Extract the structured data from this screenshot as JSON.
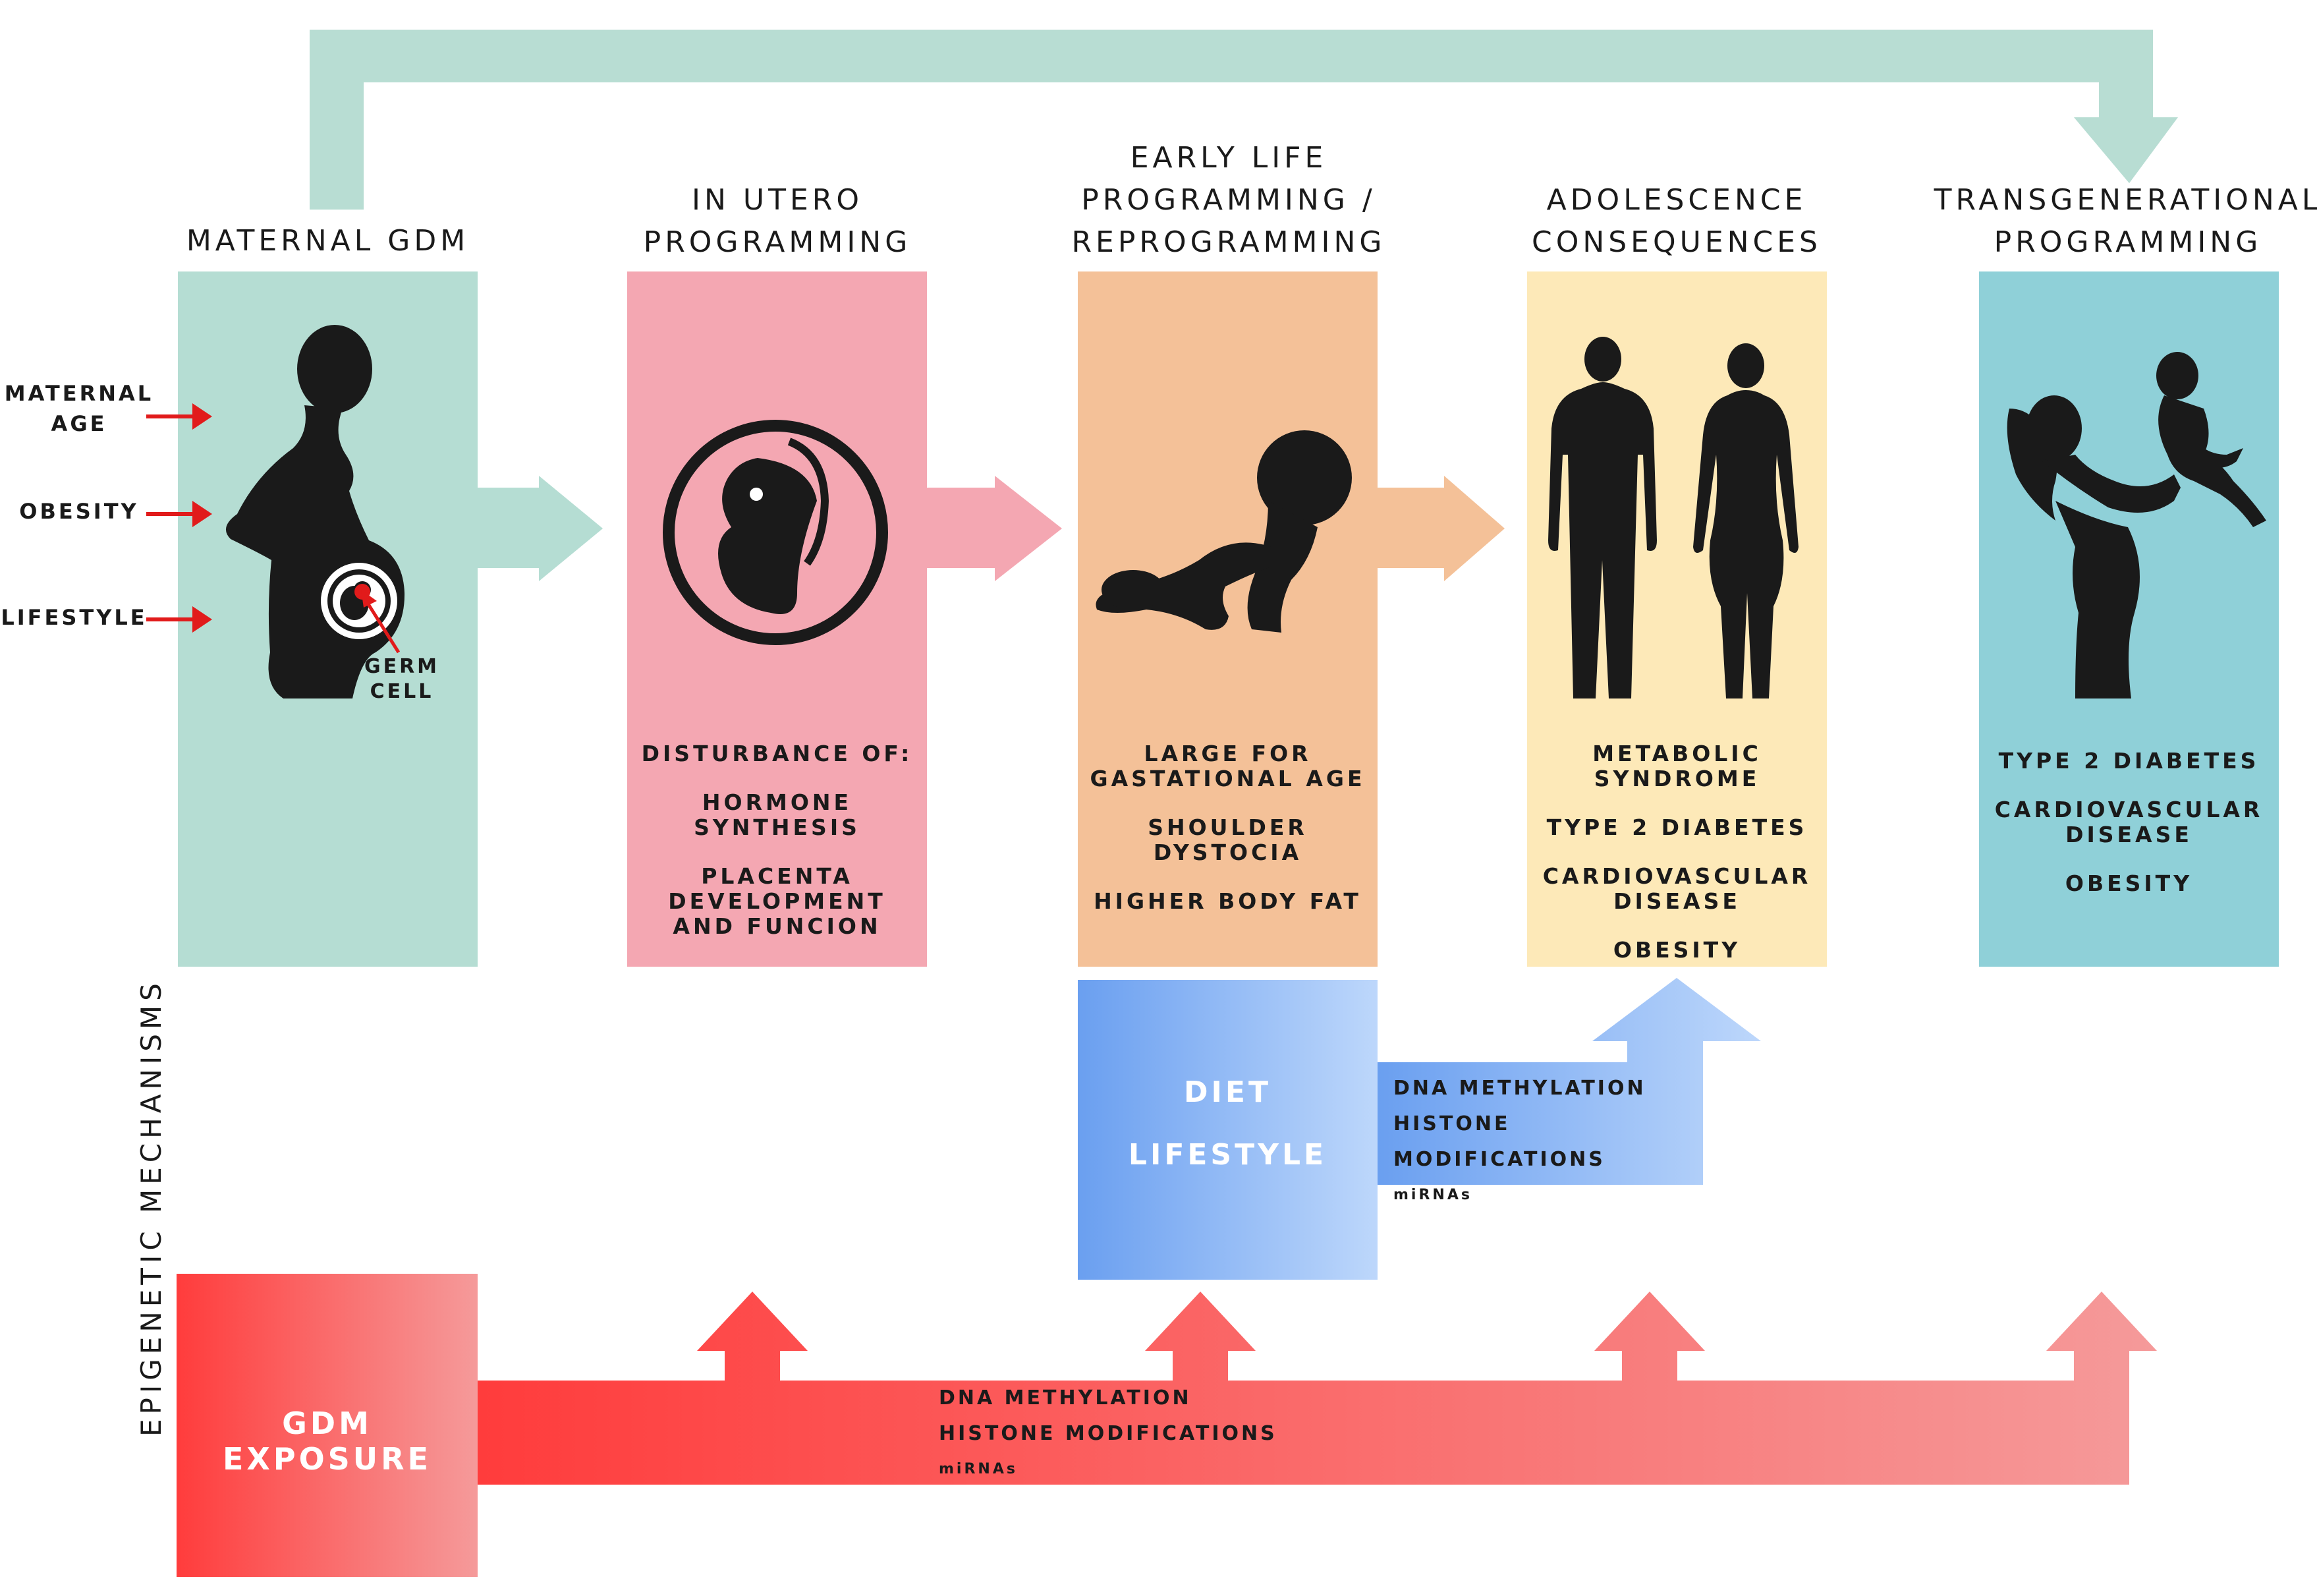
{
  "stages": [
    {
      "id": "maternal-gdm",
      "title": "MATERNAL GDM",
      "color": "#b5ddd3"
    },
    {
      "id": "in-utero",
      "title": "IN UTERO\nPROGRAMMING",
      "color": "#f4a7b2",
      "text": [
        "DISTURBANCE OF:",
        "HORMONE\nSYNTHESIS",
        "PLACENTA\nDEVELOPMENT\nAND FUNCION"
      ]
    },
    {
      "id": "early-life",
      "title": "EARLY LIFE\nPROGRAMMING /\nREPROGRAMMING",
      "color": "#f4c198",
      "text": [
        "LARGE FOR\nGASTATIONAL AGE",
        "SHOULDER\nDYSTOCIA",
        "HIGHER BODY FAT"
      ]
    },
    {
      "id": "adolescence",
      "title": "ADOLESCENCE\nCONSEQUENCES",
      "color": "#fde9b8",
      "text": [
        "METABOLIC\nSYNDROME",
        "TYPE 2 DIABETES",
        "CARDIOVASCULAR\nDISEASE",
        "OBESITY"
      ]
    },
    {
      "id": "transgenerational",
      "title": "TRANSGENERATIONAL\nPROGRAMMING",
      "color": "#8fd0d8",
      "text": [
        "TYPE 2 DIABETES",
        "CARDIOVASCULAR\nDISEASE",
        "OBESITY"
      ]
    }
  ],
  "risk_factors": [
    "MATERNAL\nAGE",
    "OBESITY",
    "LIFESTYLE"
  ],
  "germ_cell_label": "GERM\nCELL",
  "epigenetic_label": "EPIGENETIC MECHANISMS",
  "diet_box": {
    "line1": "DIET",
    "line2": "LIFESTYLE"
  },
  "diet_mechanisms": [
    "DNA METHYLATION",
    "HISTONE MODIFICATIONS",
    "miRNAs"
  ],
  "gdm_exposure": {
    "label": "GDM EXPOSURE"
  },
  "gdm_mechanisms": [
    "DNA METHYLATION",
    "HISTONE MODIFICATIONS",
    "miRNAs"
  ],
  "colors": {
    "top_arrow": "#b8ddd3",
    "risk_arrow": "#e11b1b",
    "silhouette": "#1a1a1a",
    "gdm_gradient_start": "#ff3c3c",
    "gdm_gradient_end": "#f59a9a",
    "diet_gradient_start": "#6a9ff0",
    "diet_gradient_end": "#bdd7fb"
  }
}
